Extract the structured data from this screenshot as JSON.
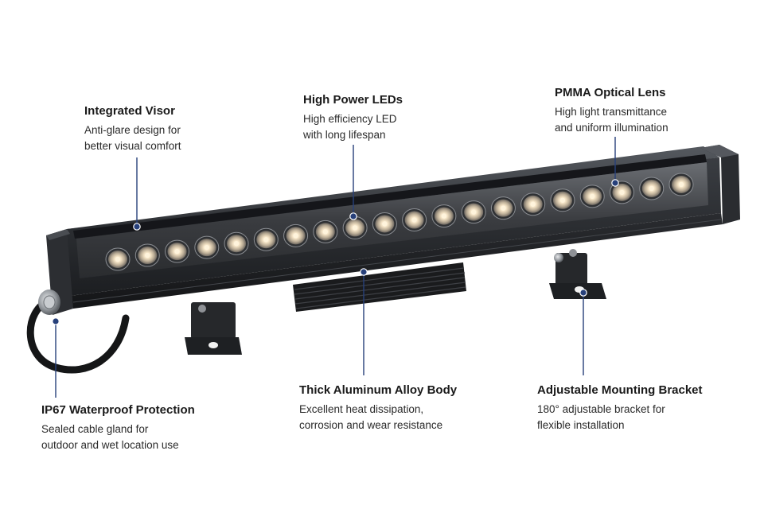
{
  "colors": {
    "leader_line": "#27407a",
    "housing": "#24262a",
    "led_warm": "#fff4dc",
    "background": "#ffffff"
  },
  "callouts": {
    "visor": {
      "title": "Integrated Visor",
      "line1": "Anti-glare design for",
      "line2": "better visual comfort"
    },
    "leds": {
      "title": "High Power LEDs",
      "line1": "High efficiency LED",
      "line2": "with long lifespan"
    },
    "lens": {
      "title": "PMMA Optical Lens",
      "line1": "High light transmittance",
      "line2": "and uniform illumination"
    },
    "ip67": {
      "title": "IP67 Waterproof Protection",
      "line1": "Sealed cable gland for",
      "line2": "outdoor and wet location use"
    },
    "body": {
      "title": "Thick Aluminum Alloy Body",
      "line1": "Excellent heat dissipation,",
      "line2": "corrosion and wear resistance"
    },
    "bracket": {
      "title": "Adjustable Mounting Bracket",
      "line1": "180° adjustable bracket for",
      "line2": "flexible installation"
    }
  },
  "product": {
    "led_count": 20
  }
}
